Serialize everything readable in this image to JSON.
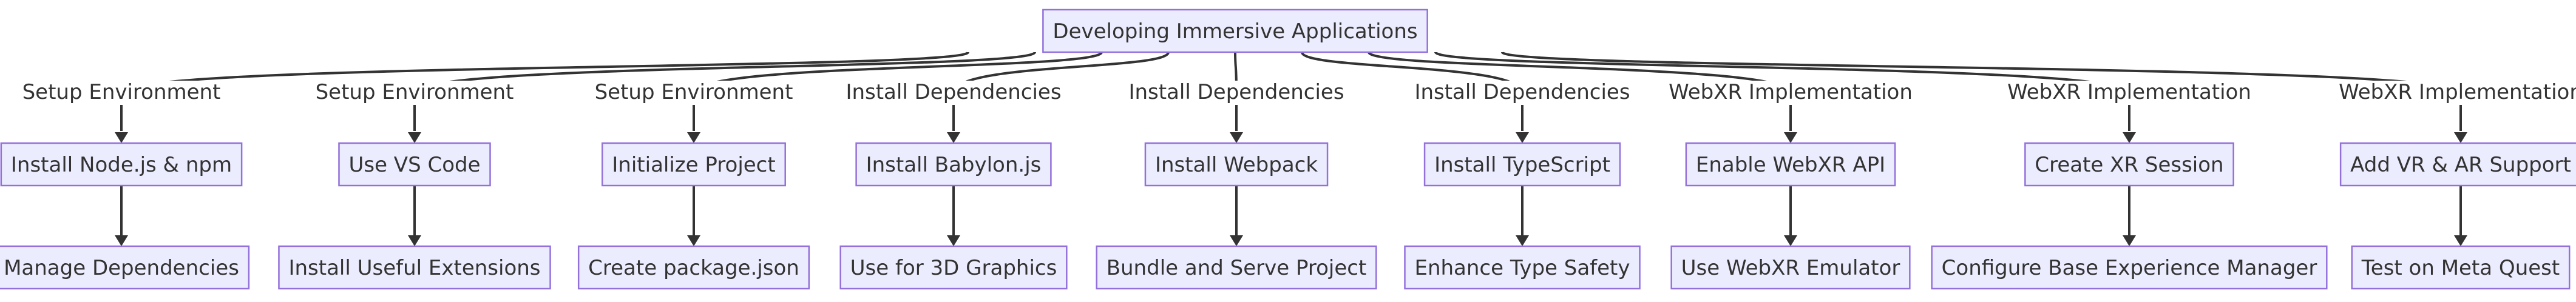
{
  "diagram": {
    "root": "Developing Immersive Applications",
    "branches": [
      {
        "label": "Setup Environment",
        "node": "Install Node.js & npm",
        "child": "Manage Dependencies"
      },
      {
        "label": "Setup Environment",
        "node": "Use VS Code",
        "child": "Install Useful Extensions"
      },
      {
        "label": "Setup Environment",
        "node": "Initialize Project",
        "child": "Create package.json"
      },
      {
        "label": "Install Dependencies",
        "node": "Install Babylon.js",
        "child": "Use for 3D Graphics"
      },
      {
        "label": "Install Dependencies",
        "node": "Install Webpack",
        "child": "Bundle and Serve Project"
      },
      {
        "label": "Install Dependencies",
        "node": "Install TypeScript",
        "child": "Enhance Type Safety"
      },
      {
        "label": "WebXR Implementation",
        "node": "Enable WebXR API",
        "child": "Use WebXR Emulator"
      },
      {
        "label": "WebXR Implementation",
        "node": "Create XR Session",
        "child": "Configure Base Experience Manager"
      },
      {
        "label": "WebXR Implementation",
        "node": "Add VR & AR Support",
        "child": "Test on Meta Quest"
      }
    ]
  },
  "colors": {
    "node_fill": "#ECECFF",
    "node_stroke": "#9370DB",
    "edge": "#333333",
    "text": "#333333"
  }
}
